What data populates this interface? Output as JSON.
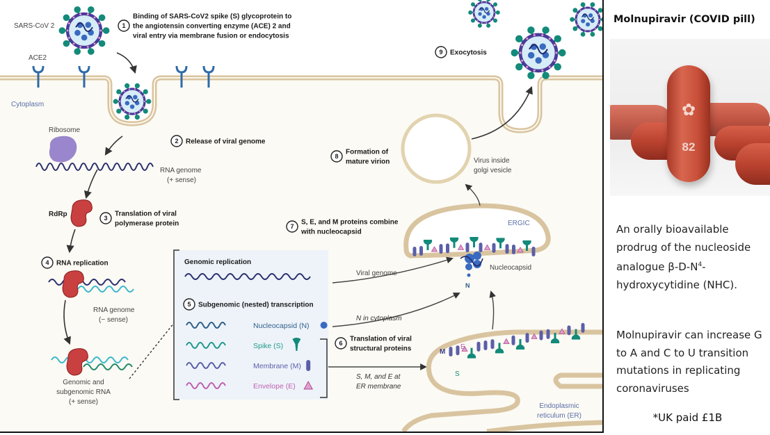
{
  "diagram": {
    "labels": {
      "sars_cov2": "SARS-CoV 2",
      "ace2": "ACE2",
      "cytoplasm": "Cytoplasm",
      "ribosome": "Ribosome",
      "rna_genome_plus_1": "RNA genome",
      "rna_genome_plus_2": "(+ sense)",
      "rdrp": "RdRp",
      "rna_genome_minus_1": "RNA genome",
      "rna_genome_minus_2": "(− sense)",
      "genomic_sub_1": "Genomic and",
      "genomic_sub_2": "subgenomic RNA",
      "genomic_sub_3": "(+ sense)",
      "viral_genome": "Viral genome",
      "n_in_cytoplasm": "N in cytoplasm",
      "sme_at_er_1": "S, M, and E at",
      "sme_at_er_2": "ER membrane",
      "ergic": "ERGIC",
      "nucleocapsid": "Nucleocapsid",
      "n": "N",
      "m": "M",
      "e": "E",
      "s": "S",
      "er_1": "Endoplasmic",
      "er_2": "reticulum (ER)",
      "virus_golgi_1": "Virus inside",
      "virus_golgi_2": "golgi vesicle"
    },
    "steps": [
      {
        "num": "1",
        "lines": [
          "Binding of SARS-CoV2 spike (S) glycoprotein to",
          "the angiotensin converting enzyme (ACE) 2 and",
          "viral entry via membrane fusion or endocytosis"
        ]
      },
      {
        "num": "2",
        "lines": [
          "Release of viral genome"
        ]
      },
      {
        "num": "3",
        "lines": [
          "Translation of viral",
          "polymerase protein"
        ]
      },
      {
        "num": "4",
        "lines": [
          "RNA replication"
        ]
      },
      {
        "num": "5",
        "lines": [
          "Subgenomic (nested) transcription"
        ]
      },
      {
        "num": "6",
        "lines": [
          "Translation of viral",
          "structural proteins"
        ]
      },
      {
        "num": "7",
        "lines": [
          "S, E, and M proteins combine",
          "with nucleocapsid"
        ]
      },
      {
        "num": "8",
        "lines": [
          "Formation of",
          "mature virion"
        ]
      },
      {
        "num": "9",
        "lines": [
          "Exocytosis"
        ]
      }
    ],
    "box": {
      "genomic_replication": "Genomic replication",
      "items": [
        {
          "label": "Nucleocapsid (N)",
          "color": "#2e5f8a",
          "icon": "circle"
        },
        {
          "label": "Spike (S)",
          "color": "#1f9a8a",
          "icon": "spike"
        },
        {
          "label": "Membrane (M)",
          "color": "#5b5fa8",
          "icon": "pill"
        },
        {
          "label": "Envelope (E)",
          "color": "#c060b0",
          "icon": "triangle"
        }
      ]
    },
    "colors": {
      "membrane": "#d9c4a0",
      "cytoplasm_bg": "#fbfaf4",
      "spike": "#138a7a",
      "rdrp": "#c94040",
      "rna_plus": "#2a2f6e",
      "rna_minus": "#3bb8cc",
      "box_bg": "#eef3fa"
    }
  },
  "side": {
    "title": "Molnupiravir (COVID pill)",
    "capsule_number": "82",
    "para1_a": "An orally bioavailable prodrug of the nucleoside analogue β-D-N",
    "para1_sup": "4",
    "para1_b": "-hydroxycytidine (NHC).",
    "para2": "Molnupiravir can increase G to A and C to U transition mutations in replicating coronaviruses",
    "note": "*UK paid £1B"
  }
}
